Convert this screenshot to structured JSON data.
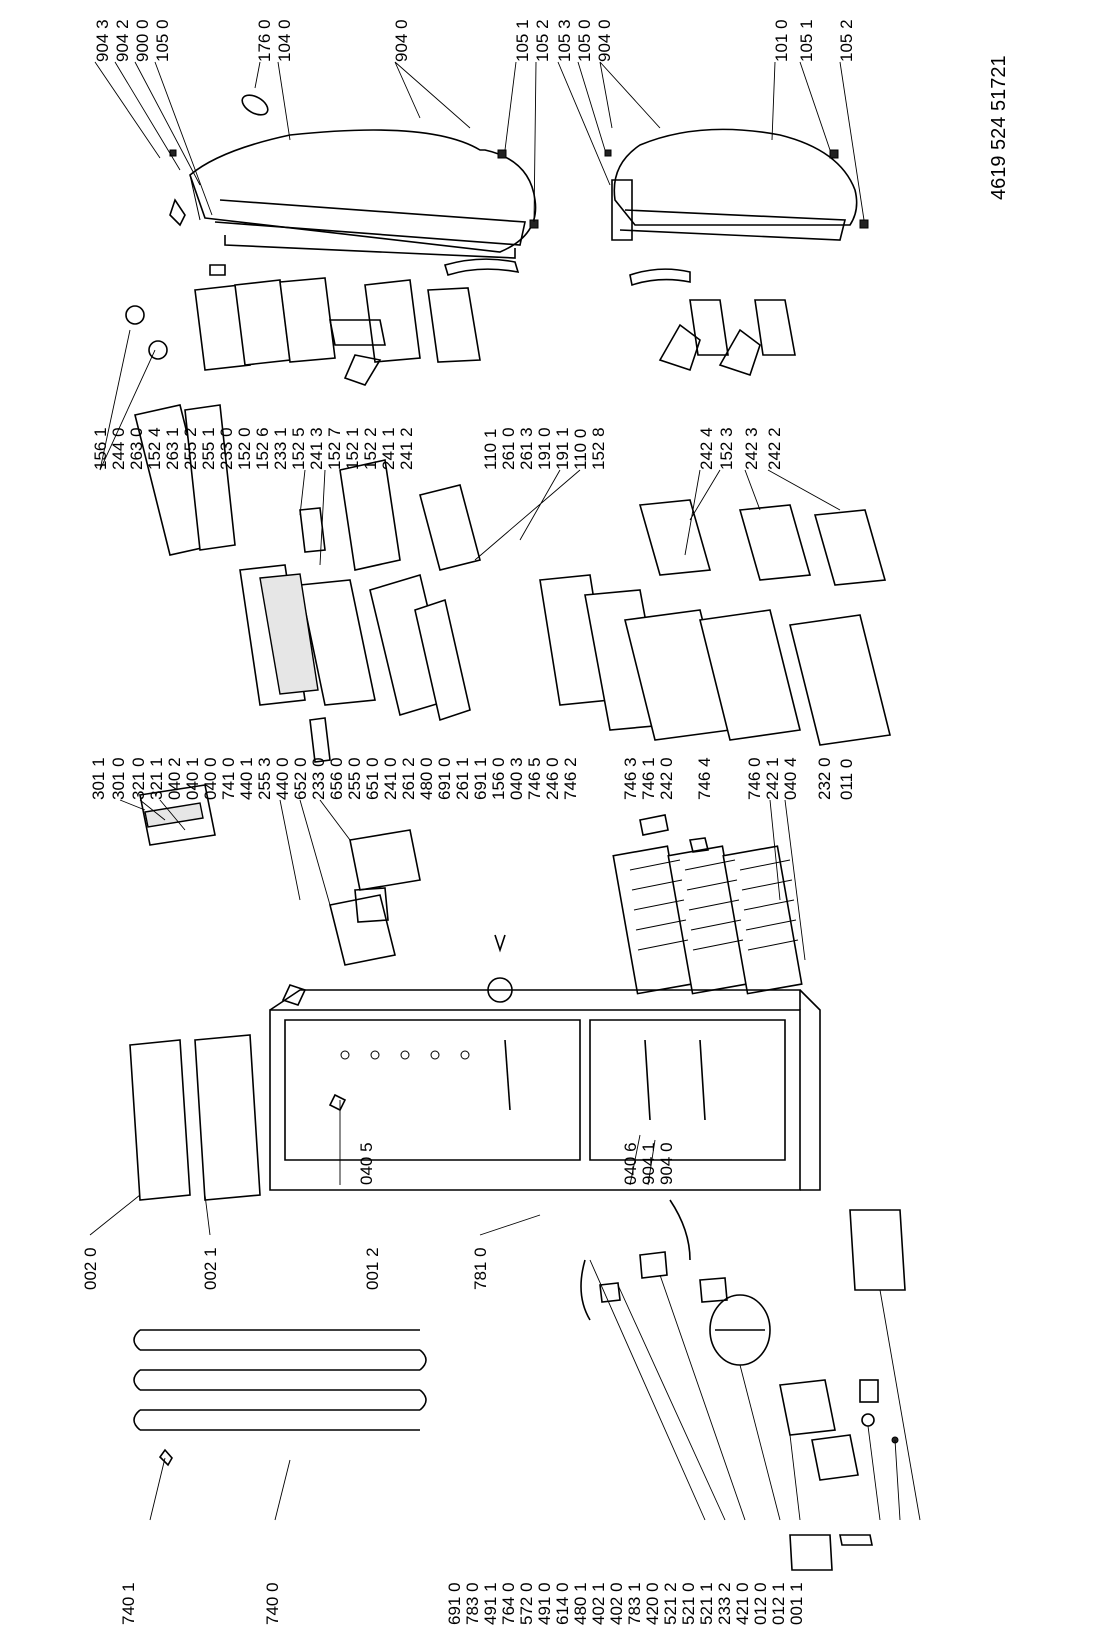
{
  "document_ref": "4619 524 51721",
  "labels": {
    "top_door_group": [
      "904 3",
      "904 2",
      "900 0",
      "105 0",
      "176 0",
      "104 0",
      "904 0",
      "105 1",
      "105 2"
    ],
    "bottom_door_group": [
      "105 3",
      "105 0",
      "904 0",
      "101 0",
      "105 1",
      "105 2"
    ],
    "shelf_group_right": [
      "156 1",
      "244 0",
      "263 0",
      "152 4",
      "263 1",
      "255 2",
      "255 1",
      "233 0",
      "152 0",
      "152 6",
      "233 1",
      "152 5",
      "241 3",
      "152 7",
      "152 1",
      "152 2",
      "241 1",
      "241 2",
      "110 1",
      "261 0",
      "261 3",
      "191 0",
      "191 1",
      "110 0",
      "152 8"
    ],
    "freezer_group_right": [
      "242 4",
      "152 3",
      "242 3",
      "242 2"
    ],
    "middle_column": [
      "301 1",
      "301 0",
      "321 0",
      "321 1",
      "040 2",
      "040 1",
      "040 0",
      "741 0",
      "440 1",
      "255 3",
      "440 0",
      "652 0",
      "233 0",
      "656 0",
      "255 0",
      "651 0",
      "241 0",
      "261 2",
      "480 0",
      "691 0",
      "261 1",
      "691 1",
      "156 0",
      "040 3",
      "746 5",
      "246 0",
      "746 2",
      "746 3",
      "746 1",
      "242 0",
      "746 4",
      "746 0",
      "242 1",
      "040 4",
      "232 0",
      "011 0"
    ],
    "cabinet_left": [
      "040 5",
      "040 6",
      "904 1",
      "904 0"
    ],
    "top_left": [
      "002 0",
      "002 1",
      "001 2",
      "781 0"
    ],
    "bottom_row": [
      "740 1",
      "740 0",
      "691 0",
      "783 0",
      "491 1",
      "764 0",
      "572 0",
      "491 0",
      "614 0",
      "480 1",
      "402 1",
      "402 0",
      "783 1",
      "420 0",
      "521 2",
      "521 0",
      "521 1",
      "233 2",
      "421 0",
      "012 0",
      "012 1",
      "001 1"
    ]
  }
}
